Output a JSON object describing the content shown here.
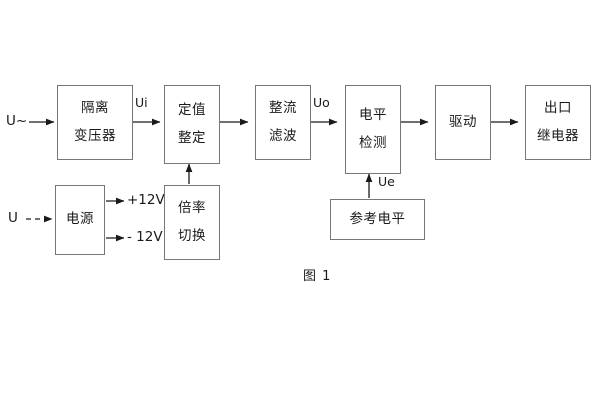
{
  "figure": {
    "caption": "图 1",
    "stroke_color": "#1a1a1a",
    "box_border_color": "#777777",
    "background_color": "#ffffff"
  },
  "signal_chain": {
    "input_label": "U~",
    "blocks": [
      {
        "id": "isolation-transformer",
        "line1": "隔离",
        "line2": "变压器"
      },
      {
        "id": "setting-value",
        "line1": "定值",
        "line2": "整定"
      },
      {
        "id": "rectify-filter",
        "line1": "整流",
        "line2": "滤波"
      },
      {
        "id": "level-detection",
        "line1": "电平",
        "line2": "检测"
      },
      {
        "id": "drive",
        "line1": "驱动",
        "line2": ""
      },
      {
        "id": "output-relay",
        "line1": "出口",
        "line2": "继电器"
      }
    ],
    "signal_labels": {
      "ui": "Ui",
      "uo": "Uo",
      "ue": "Ue"
    }
  },
  "power_section": {
    "input_label": "U",
    "supply_block": {
      "id": "power-supply",
      "line1": "电源",
      "line2": ""
    },
    "rails": [
      {
        "id": "rail-positive",
        "label": "+12V"
      },
      {
        "id": "rail-negative",
        "label": "- 12V"
      }
    ],
    "multiplier_block": {
      "id": "multiplier-switch",
      "line1": "倍率",
      "line2": "切换"
    }
  },
  "reference_section": {
    "block": {
      "id": "reference-level",
      "line1": "参考电平",
      "line2": ""
    }
  }
}
